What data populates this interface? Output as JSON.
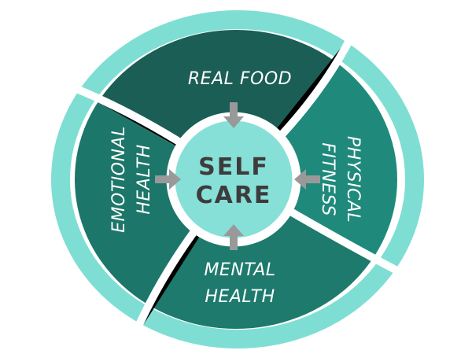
{
  "center": {
    "line1": "SELF",
    "line2": "CARE"
  },
  "segments": {
    "top": "REAL FOOD",
    "right": {
      "line1": "PHYSICAL",
      "line2": "FITNESS"
    },
    "bottom": {
      "line1": "MENTAL",
      "line2": "HEALTH"
    },
    "left": {
      "line1": "EMOTIONAL",
      "line2": "HEALTH"
    }
  },
  "colors": {
    "ring": "#7fded3",
    "center": "#86e0d7",
    "top": "#1b5e55",
    "right": "#1f8a7c",
    "bottom": "#1d7a6d",
    "left": "#1c7669",
    "arrow": "#999999",
    "center_text": "#3e3b3c"
  }
}
